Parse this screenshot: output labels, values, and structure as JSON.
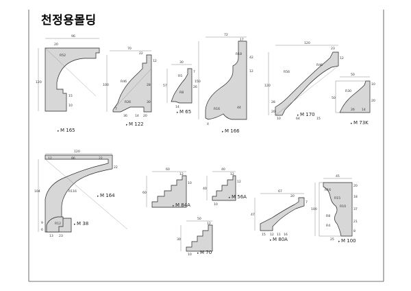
{
  "title": "천정용몰딩",
  "moldings": {
    "m165": {
      "label": "M 165",
      "dims": [
        "96",
        "20",
        "R52",
        "120",
        "15",
        "10"
      ]
    },
    "m122": {
      "label": "M 122",
      "dims": [
        "70",
        "22",
        "12",
        "100",
        "R46",
        "R26",
        "36",
        "14",
        "20",
        "28",
        "30",
        "7"
      ]
    },
    "m65": {
      "label": "M 65",
      "dims": [
        "30",
        "57",
        "R5",
        "R8",
        "7",
        "26",
        "14"
      ]
    },
    "m166": {
      "label": "M 166",
      "dims": [
        "72",
        "17",
        "R18",
        "R16",
        "150",
        "42",
        "12",
        "44",
        "4"
      ]
    },
    "m170": {
      "label": "M 170",
      "dims": [
        "120",
        "23",
        "12",
        "R56",
        "R46",
        "120",
        "28",
        "20",
        "10",
        "64",
        "15"
      ]
    },
    "m73k": {
      "label": "M 73K",
      "dims": [
        "50",
        "R30",
        "10",
        "50",
        "20",
        "26",
        "14"
      ]
    },
    "m164": {
      "label": "M 164",
      "dims": [
        "120",
        "12",
        "86",
        "22",
        "22",
        "R116",
        "104"
      ]
    },
    "m38": {
      "label": "M 38",
      "dims": [
        "R12",
        "23",
        "9",
        "6",
        "13"
      ]
    },
    "m84a": {
      "label": "M 84A",
      "dims": [
        "60",
        "12",
        "60",
        "10"
      ]
    },
    "m56a": {
      "label": "M 56A",
      "dims": [
        "40",
        "12",
        "40",
        "12",
        "10"
      ]
    },
    "m70": {
      "label": "M 70",
      "dims": [
        "50",
        "12",
        "30",
        "10"
      ]
    },
    "m80a": {
      "label": "M 80A",
      "dims": [
        "67",
        "20",
        "7",
        "47",
        "15",
        "12",
        "11",
        "16"
      ]
    },
    "m100": {
      "label": "M 100",
      "dims": [
        "45",
        "R16",
        "R15",
        "R10",
        "R8",
        "R4",
        "100",
        "20",
        "18",
        "37",
        "21",
        "8",
        "25"
      ]
    }
  }
}
